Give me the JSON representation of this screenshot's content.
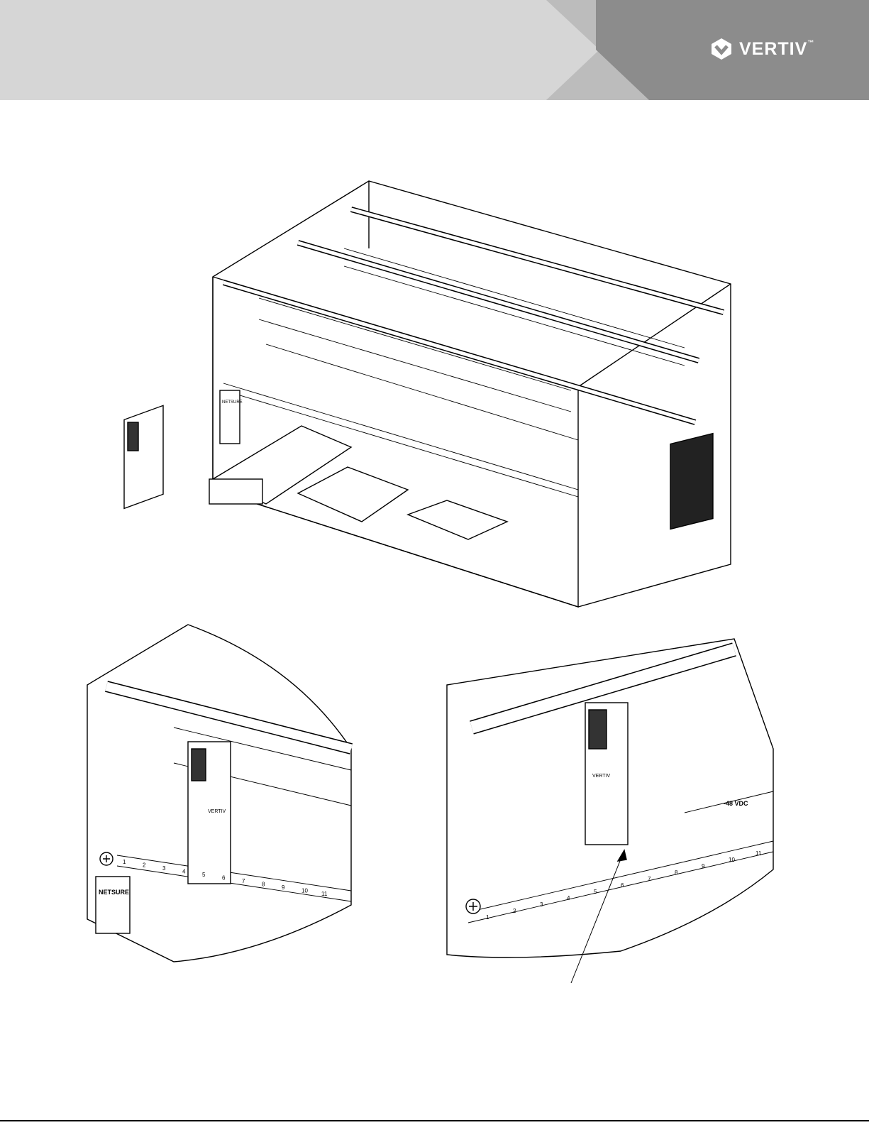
{
  "header": {
    "brand": "VERTIV",
    "trademark": "™",
    "icon": "vertiv-chevron-icon",
    "colors": {
      "light": "#d6d6d6",
      "mid": "#bcbcbc",
      "dark": "#8c8c8c"
    }
  },
  "figures": {
    "main": {
      "label": "NETSURE"
    },
    "detail_left": {
      "label": "NETSURE",
      "module": "VERTIV",
      "slots": [
        "1",
        "2",
        "3",
        "4",
        "5",
        "6",
        "7",
        "8",
        "9",
        "10",
        "11"
      ]
    },
    "detail_right": {
      "module": "VERTIV",
      "slots": [
        "1",
        "2",
        "3",
        "4",
        "5",
        "6",
        "7",
        "8",
        "9",
        "10",
        "11"
      ],
      "breaker_label": "-48 VDC"
    }
  }
}
